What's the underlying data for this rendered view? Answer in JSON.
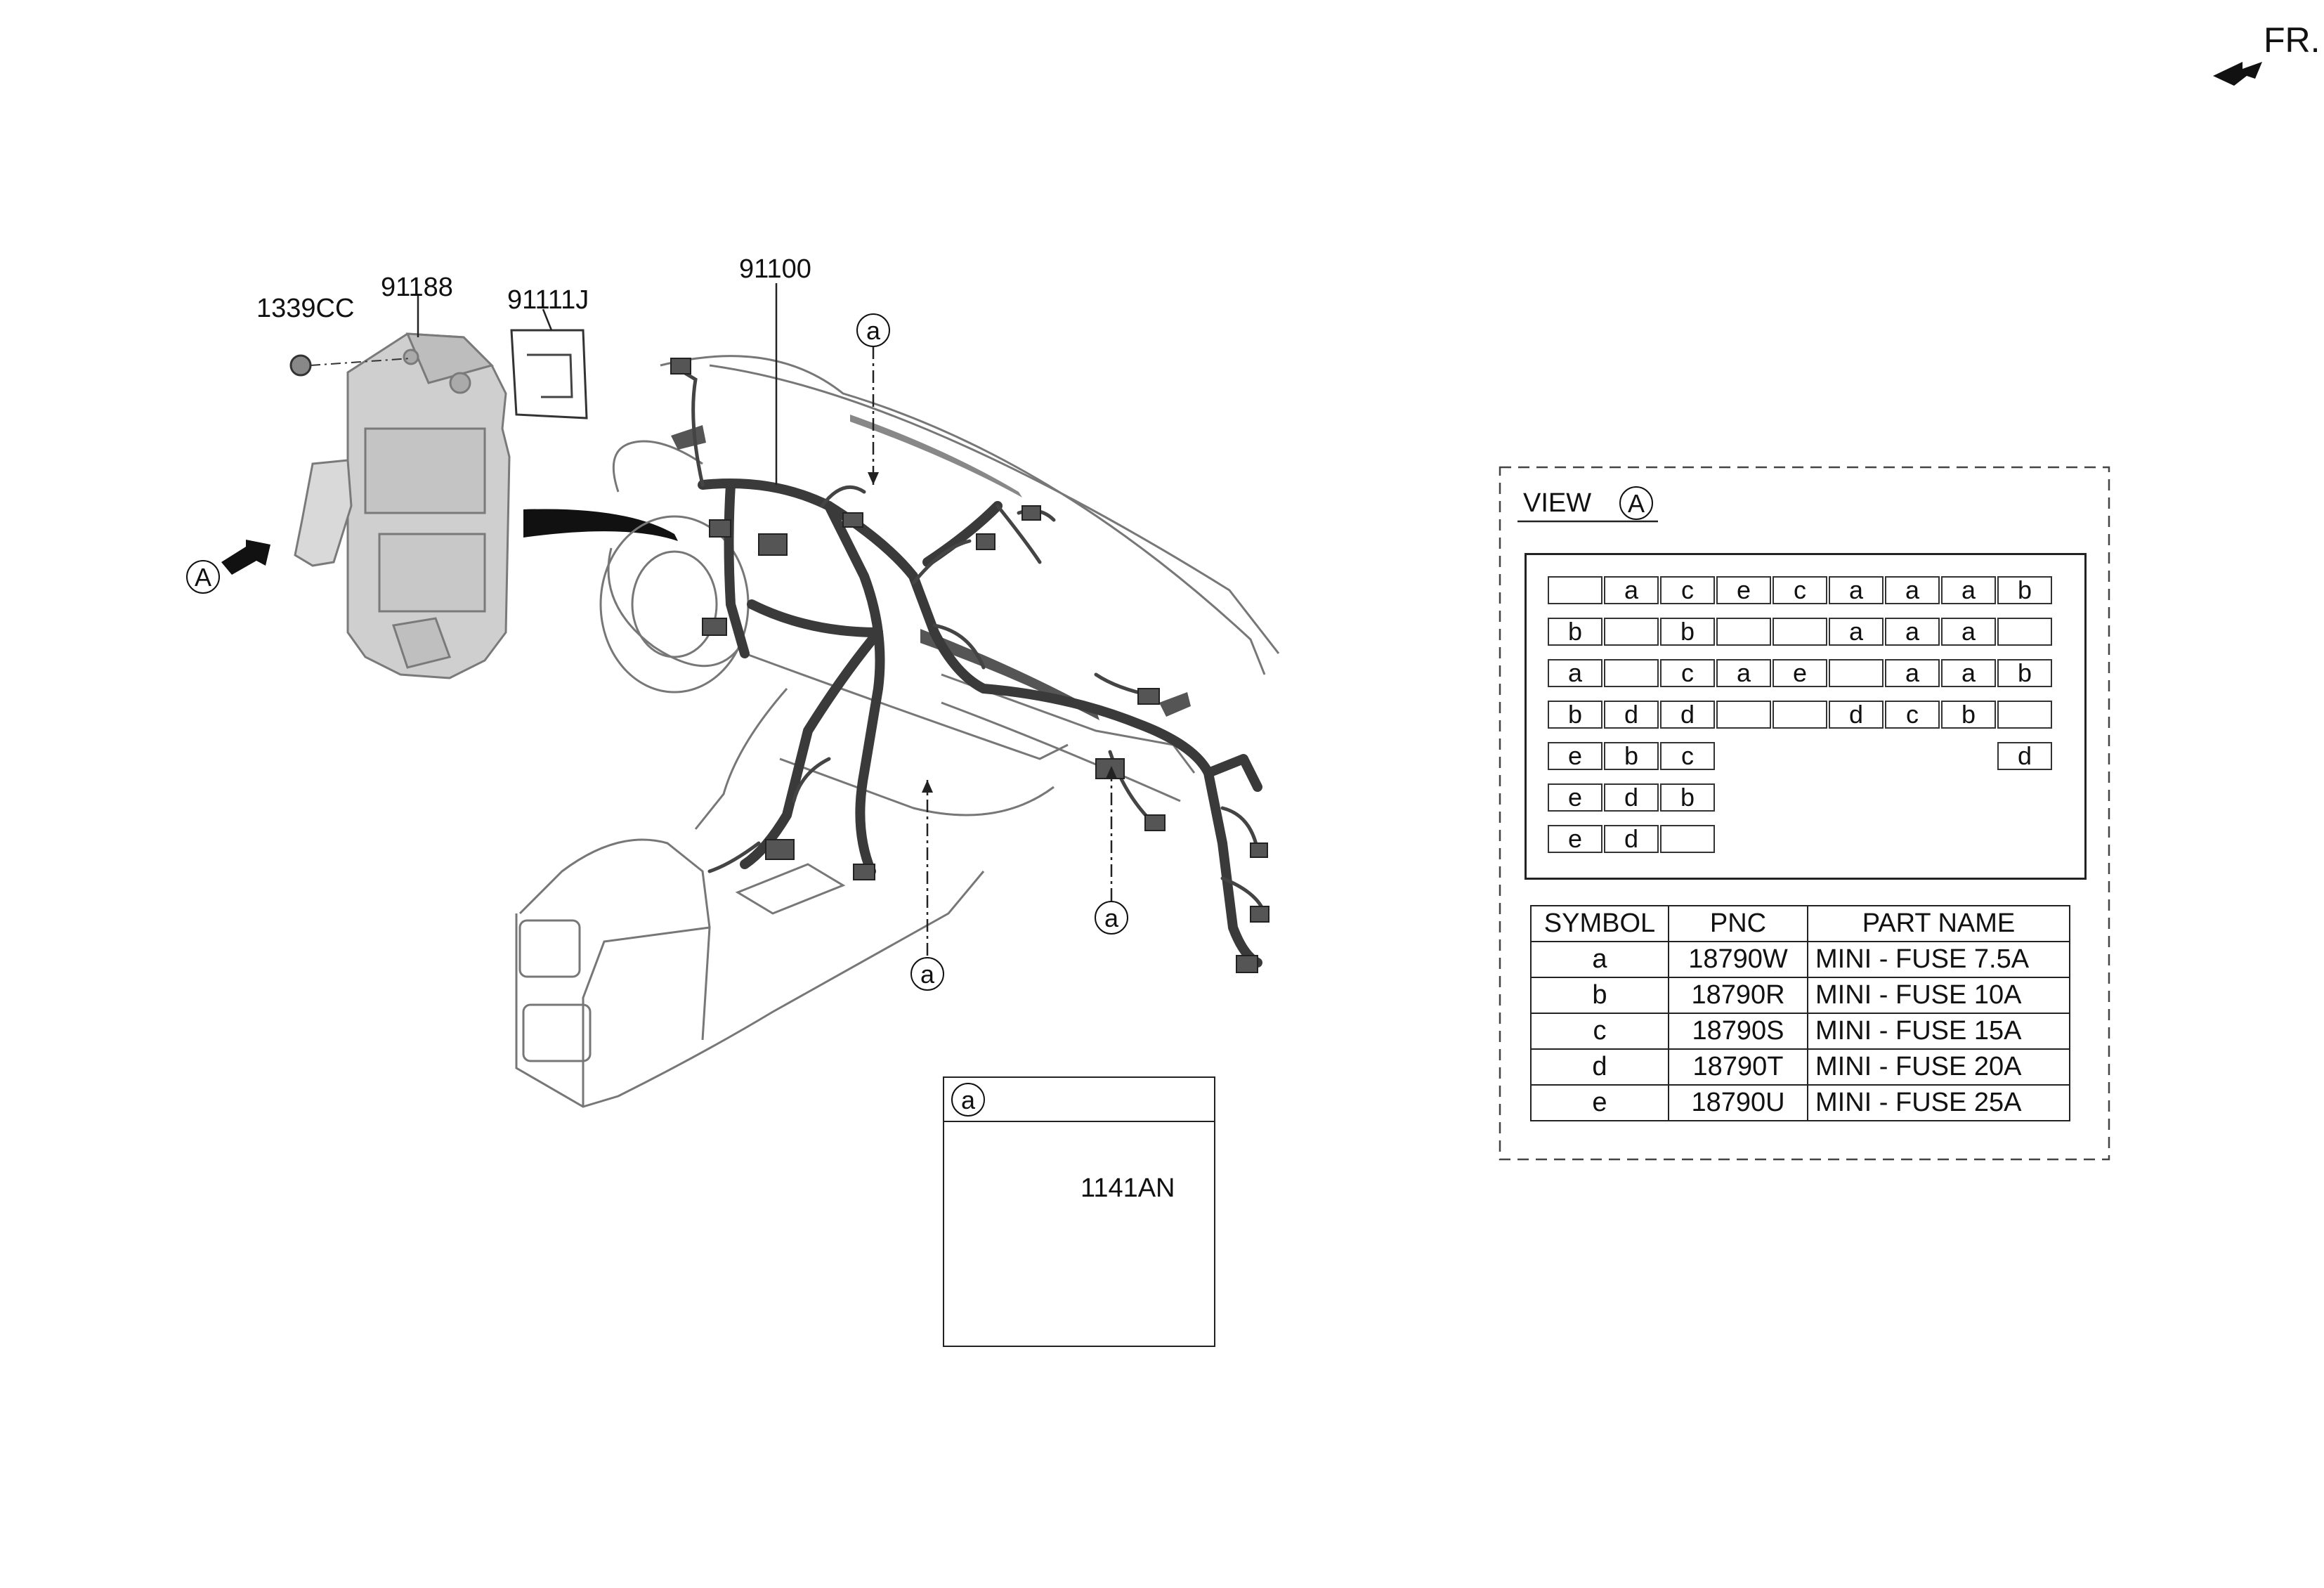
{
  "direction": {
    "label": "FR."
  },
  "callouts": {
    "p1339": "1339CC",
    "p91188": "91188",
    "p91111j": "91111J",
    "p91100": "91100",
    "p1141an": "1141AN",
    "ref_a": "a",
    "ref_A": "A"
  },
  "view": {
    "title": "VIEW",
    "ref": "A"
  },
  "fuse_grid": [
    [
      "",
      "a",
      "c",
      "e",
      "c",
      "a",
      "a",
      "a",
      "b"
    ],
    [
      "b",
      "",
      "b",
      "",
      "",
      "a",
      "a",
      "a",
      ""
    ],
    [
      "a",
      "",
      "c",
      "a",
      "e",
      "",
      "a",
      "a",
      "b"
    ],
    [
      "b",
      "d",
      "d",
      "",
      "",
      "d",
      "c",
      "b",
      ""
    ],
    [
      "e",
      "b",
      "c",
      null,
      null,
      null,
      null,
      null,
      "d"
    ],
    [
      "e",
      "d",
      "b",
      null,
      null,
      null,
      null,
      null,
      null
    ],
    [
      "e",
      "d",
      "",
      null,
      null,
      null,
      null,
      null,
      null
    ]
  ],
  "legend": {
    "headers": [
      "SYMBOL",
      "PNC",
      "PART NAME"
    ],
    "rows": [
      [
        "a",
        "18790W",
        "MINI - FUSE 7.5A"
      ],
      [
        "b",
        "18790R",
        "MINI - FUSE 10A"
      ],
      [
        "c",
        "18790S",
        "MINI - FUSE 15A"
      ],
      [
        "d",
        "18790T",
        "MINI - FUSE 20A"
      ],
      [
        "e",
        "18790U",
        "MINI - FUSE 25A"
      ]
    ]
  },
  "detail": {
    "ref": "a",
    "part": "1141AN"
  }
}
